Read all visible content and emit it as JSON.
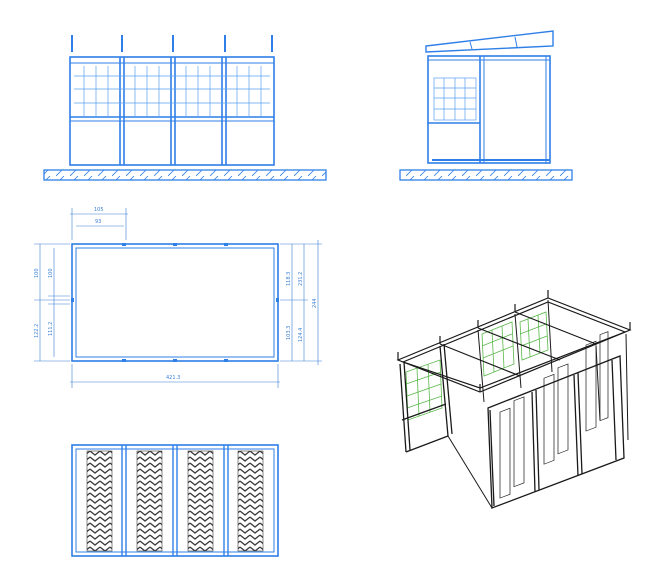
{
  "colors": {
    "line": "#2f7fe8",
    "line_light": "#9cc4f5",
    "iso_line": "#1a1a1a",
    "glazing": "#5ab84a",
    "hatch": "#3c3c3c"
  },
  "plan": {
    "dims": {
      "top_outer": "105",
      "top_inner": "93",
      "left_upper_outer": "100",
      "left_upper_inner": "100",
      "left_lower_outer": "122.2",
      "left_lower_inner": "111.2",
      "right_upper_inner": "118.3",
      "right_upper_outer": "231.2",
      "right_outer": "244",
      "right_lower_inner": "103.3",
      "right_lower_outer": "124.4",
      "bottom": "421.3"
    }
  },
  "icons": {
    "front_elevation": "front-elevation-drawing",
    "side_elevation": "side-elevation-drawing",
    "floor_plan": "floor-plan-drawing",
    "isometric": "isometric-view-drawing",
    "roof_plan": "roof-plan-drawing"
  }
}
